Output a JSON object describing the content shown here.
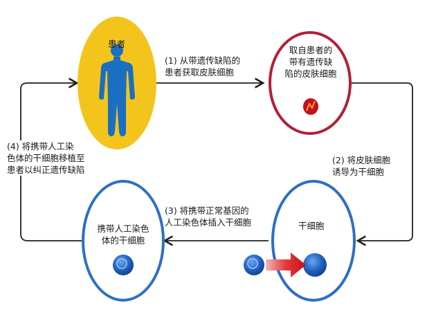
{
  "nodes": {
    "patient": {
      "label": "患者",
      "fill": "#f3c51c",
      "figure_color": "#1a6fc2"
    },
    "skin_cell": {
      "lines": [
        "取自患者的",
        "带有遗传缺",
        "陷的皮肤细胞"
      ],
      "ring": "#b21f38",
      "cell_color": "#c8101a"
    },
    "stem_cell": {
      "label": "干细胞",
      "ring": "#2d6fc4"
    },
    "modified_stem_cell": {
      "lines": [
        "携带人工染色",
        "体的干细胞"
      ],
      "ring": "#2d6fc4"
    }
  },
  "steps": {
    "step1": {
      "lines": [
        "(1) 从带遗传缺陷的",
        "患者获取皮肤细胞"
      ]
    },
    "step2": {
      "lines": [
        "(2) 将皮肤细胞",
        "诱导为干细胞"
      ]
    },
    "step3": {
      "lines": [
        "(3) 将携带正常基因的",
        "人工染色体插入干细胞"
      ]
    },
    "step4": {
      "lines": [
        "(4) 将携带人工染",
        "色体的干细胞移植至",
        "患者以纠正遗传缺陷"
      ]
    }
  },
  "colors": {
    "arrow": "#1f1f1f",
    "stem_cell_blue": "#1f5fbf",
    "insert_arrow": "#d41a22"
  }
}
